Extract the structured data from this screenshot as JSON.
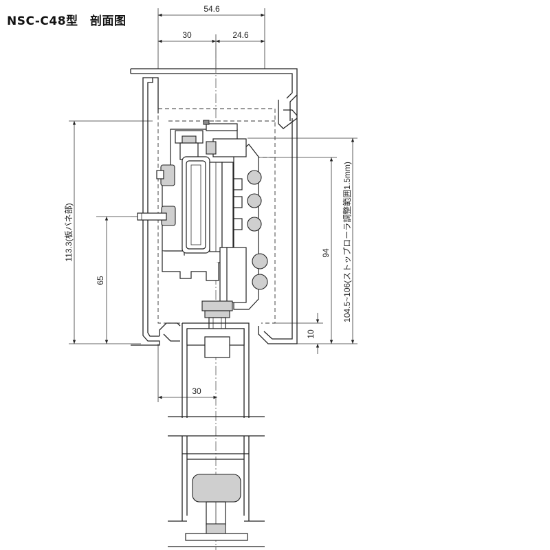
{
  "title": "NSC-C48型　剖面图",
  "dimensions": {
    "top_overall": "54.6",
    "top_left": "30",
    "top_right": "24.6",
    "left_height": "113.3(板バネ部)",
    "left_inner": "65",
    "right_inner": "94",
    "right_range": "104.5~106(ストップローラ調整範囲1.5mm)",
    "right_small": "10",
    "bottom_width": "30"
  }
}
